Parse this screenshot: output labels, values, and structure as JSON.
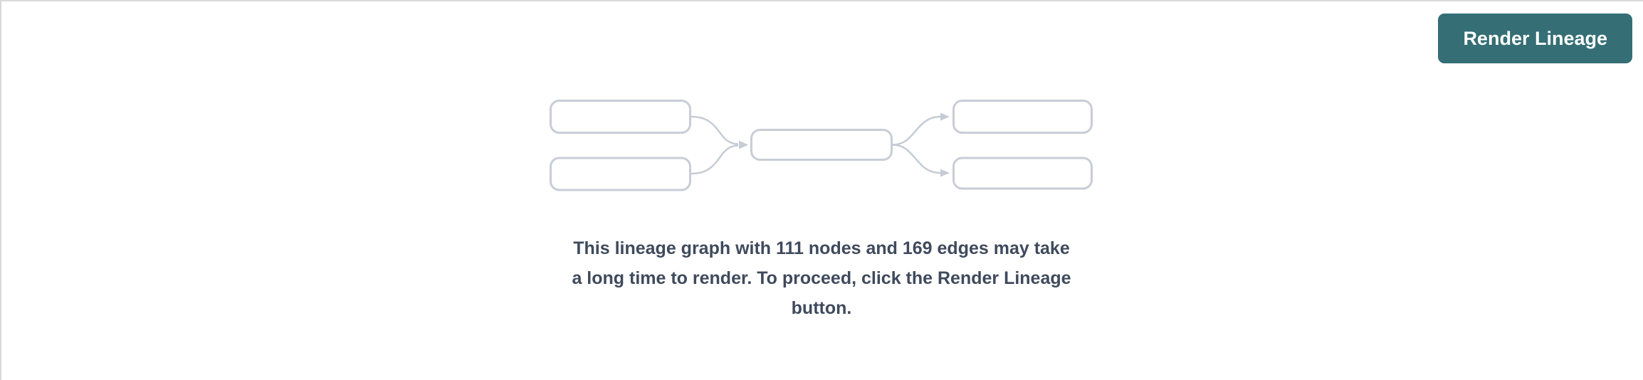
{
  "panel": {
    "background": "#ffffff",
    "top_border_color": "#d9dadc",
    "left_border_color": "#d7d8da"
  },
  "toolbar": {
    "render_button": {
      "label": "Render Lineage",
      "background": "#356e75",
      "text_color": "#ffffff"
    }
  },
  "empty_state": {
    "illustration": {
      "label": "lineage-graph-placeholder",
      "node_fill": "#ffffff",
      "node_border_color": "#c8cdd6",
      "edge_color": "#c6ccd5"
    },
    "message_lines": [
      "This lineage graph with 111 nodes and 169 edges may take",
      "a long time to render. To proceed, click the Render Lineage",
      "button."
    ],
    "message": "This lineage graph with 111 nodes and 169 edges may take a long time to render. To proceed, click the Render Lineage button.",
    "node_count": "111",
    "edge_count": "169",
    "text_color": "#3f4a5c"
  }
}
